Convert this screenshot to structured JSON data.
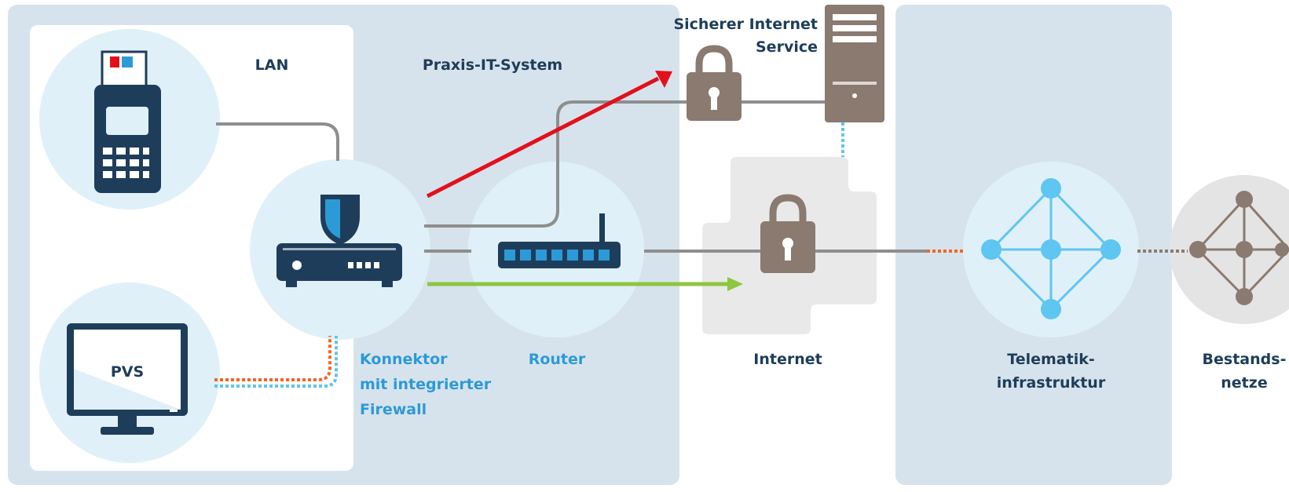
{
  "labels": {
    "lan": "LAN",
    "praxis": "Praxis-IT-System",
    "secure_service_line1": "Sicherer Internet",
    "secure_service_line2": "Service",
    "pvs": "PVS",
    "connector_line1": "Konnektor",
    "connector_line2": "mit integrierter",
    "connector_line3": "Firewall",
    "router": "Router",
    "internet": "Internet",
    "ti_line1": "Telematik-",
    "ti_line2": "infrastruktur",
    "bestand_line1": "Bestands-",
    "bestand_line2": "netze"
  },
  "icons": {
    "card_terminal": "card-terminal-icon",
    "pc": "monitor-icon",
    "connector": "connector-device-icon",
    "shield": "shield-icon",
    "router": "router-icon",
    "lock": "padlock-icon",
    "server": "server-icon",
    "network": "network-node-icon"
  },
  "colors": {
    "zone_bg": "#d7e3ec",
    "circle_bg": "#e0f0f9",
    "device_dark": "#1e3d5a",
    "accent_blue": "#2c9ad6",
    "line_gray": "#8e8e8e",
    "arrow_red": "#e3101b",
    "arrow_green": "#8dc63f",
    "dotted_orange": "#f26522",
    "dotted_blue": "#5ec4ea",
    "lock_brown": "#8a7a70",
    "ti_node": "#5ec6f0",
    "bestand_node": "#8a7a70"
  }
}
